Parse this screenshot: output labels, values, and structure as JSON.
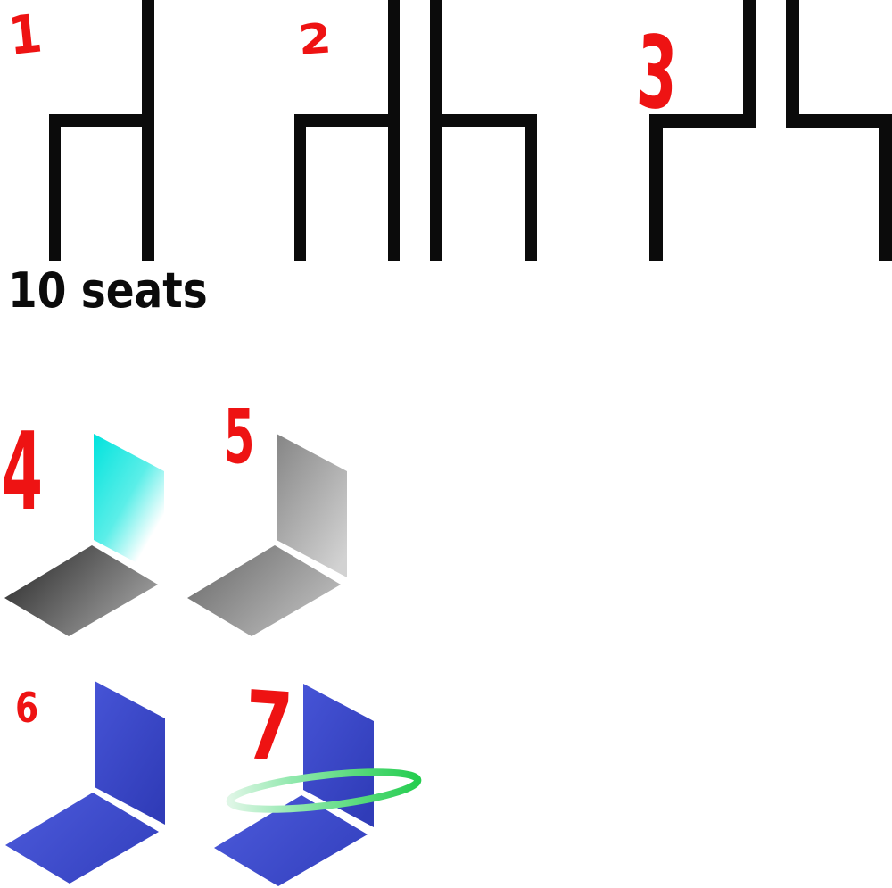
{
  "board": {
    "background": "#ffffff",
    "sketch_ink": "#0b0b0b"
  },
  "caption": {
    "text": "10 seats",
    "color": "#0b0b0b"
  },
  "annotations": {
    "color": "#ee1313",
    "labels": [
      {
        "text": "1"
      },
      {
        "text": "2"
      },
      {
        "text": "3"
      },
      {
        "text": "4"
      },
      {
        "text": "5"
      },
      {
        "text": "6"
      },
      {
        "text": "7"
      }
    ]
  },
  "logos": {
    "v4": {
      "back_start": "#00e3dd",
      "back_mid": "#5beee8",
      "back_end": "#ffffff",
      "seat_start": "#303030",
      "seat_end": "#a8a8a8"
    },
    "v5": {
      "back_start": "#858585",
      "back_end": "#d2d2d2",
      "seat_start": "#6f6f6f",
      "seat_end": "#c4c4c4"
    },
    "v6": {
      "back_start": "#4654d6",
      "back_end": "#303cb8",
      "seat_start": "#4a58d8",
      "seat_end": "#3340be"
    },
    "v7": {
      "back_start": "#4654d6",
      "back_end": "#303cb8",
      "seat_start": "#4a58d8",
      "seat_end": "#3340be",
      "halo_start": "#dff6e6",
      "halo_mid": "#8fe8ac",
      "halo_end": "#25cd4f"
    }
  }
}
